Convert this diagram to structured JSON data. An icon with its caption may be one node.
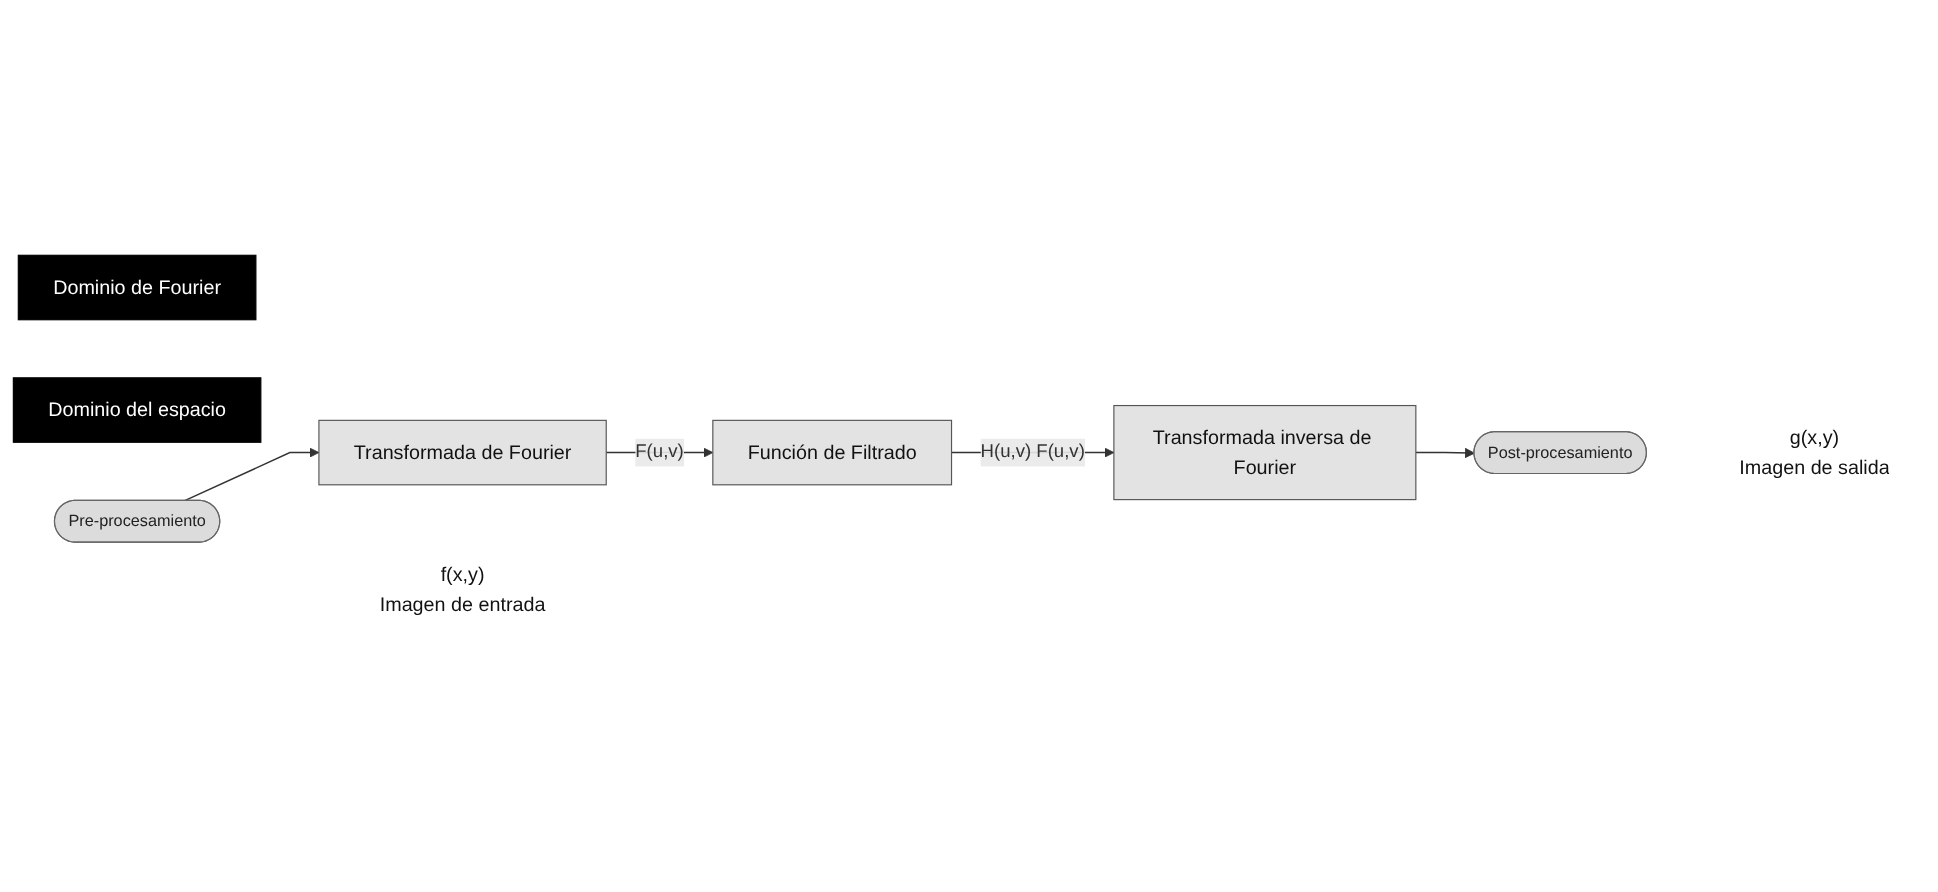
{
  "diagram": {
    "nodes": [
      {
        "text": [
          "Dominio de Fourier"
        ]
      },
      {
        "text": [
          "Dominio del espacio"
        ]
      },
      {
        "text": [
          "Transformada de Fourier"
        ]
      },
      {
        "text": [
          "Función de Filtrado"
        ]
      },
      {
        "text": [
          "Transformada inversa de Fourier"
        ]
      },
      {
        "text": [
          "Pre-procesamiento"
        ],
        "beside": [
          "f(x,y)",
          "Imagen de entrada"
        ]
      },
      {
        "text": [
          "Post-procesamiento"
        ],
        "beside": [
          "g(x,y)",
          "Imagen de salida"
        ]
      }
    ],
    "edges": [
      {
        "from": 5,
        "to": 2,
        "arrow": "to"
      },
      {
        "from": 2,
        "to": 3,
        "arrow": "to",
        "label": "F(u,v)"
      },
      {
        "from": 3,
        "to": 4,
        "arrow": "to",
        "label": "H(u,v) F(u,v)"
      },
      {
        "from": 4,
        "to": 6,
        "arrow": "to"
      }
    ]
  }
}
